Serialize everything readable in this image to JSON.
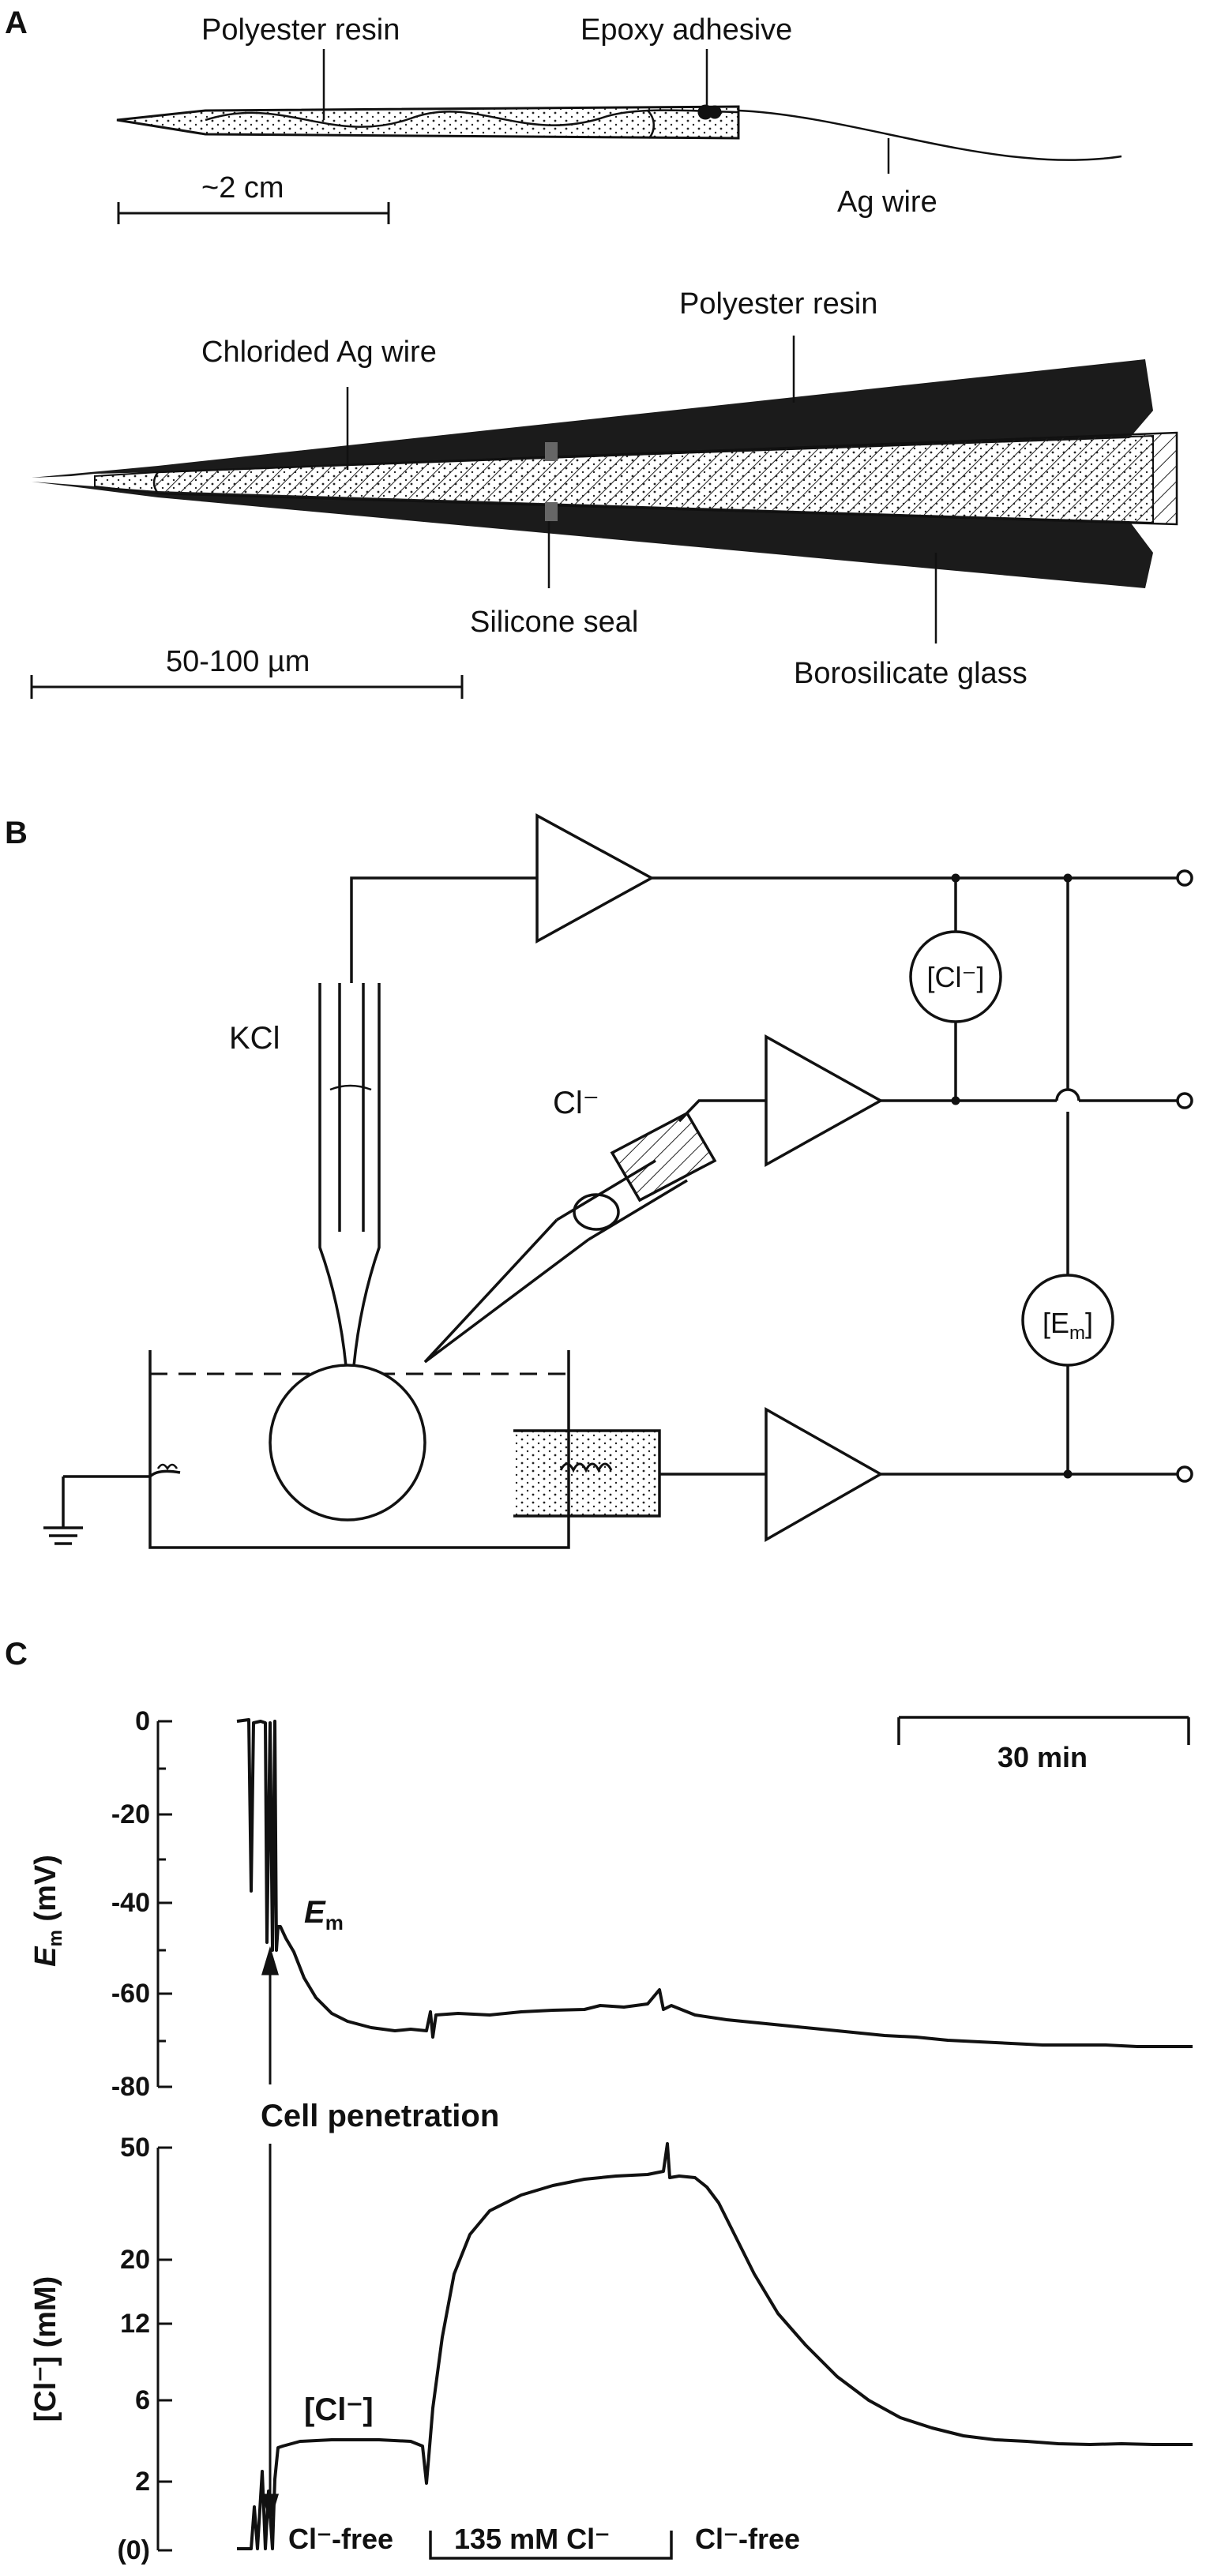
{
  "panel_a": {
    "letter": "A",
    "top_probe": {
      "polyester_resin": "Polyester resin",
      "epoxy_adhesive": "Epoxy adhesive",
      "ag_wire": "Ag wire",
      "scale": "~2 cm"
    },
    "tip_detail": {
      "polyester_resin": "Polyester resin",
      "chlorided_ag_wire": "Chlorided Ag wire",
      "silicone_seal": "Silicone seal",
      "borosilicate_glass": "Borosilicate glass",
      "scale": "50-100 µm"
    }
  },
  "panel_b": {
    "letter": "B",
    "kcl": "KCl",
    "cl_electrode": "Cl⁻",
    "cl_meter": "[Cl⁻]",
    "em_meter_prefix": "[E",
    "em_meter_sub": "m",
    "em_meter_suffix": "]"
  },
  "panel_c": {
    "letter": "C",
    "scale_bar": "30 min",
    "em_trace_label": "E",
    "em_trace_sub": "m",
    "cell_penetration": "Cell penetration",
    "cl_trace_label": "[Cl⁻]",
    "periods": [
      "Cl⁻-free",
      "135 mM Cl⁻",
      "Cl⁻-free"
    ],
    "em_axis": {
      "label": "E",
      "label_sub": "m",
      "label_suffix": " (mV)",
      "ticks": [
        "0",
        "-20",
        "-40",
        "-60",
        "-80"
      ]
    },
    "cl_axis": {
      "label": "[Cl⁻] (mM)",
      "ticks": [
        "50",
        "20",
        "12",
        "6",
        "2",
        "(0)"
      ]
    }
  }
}
